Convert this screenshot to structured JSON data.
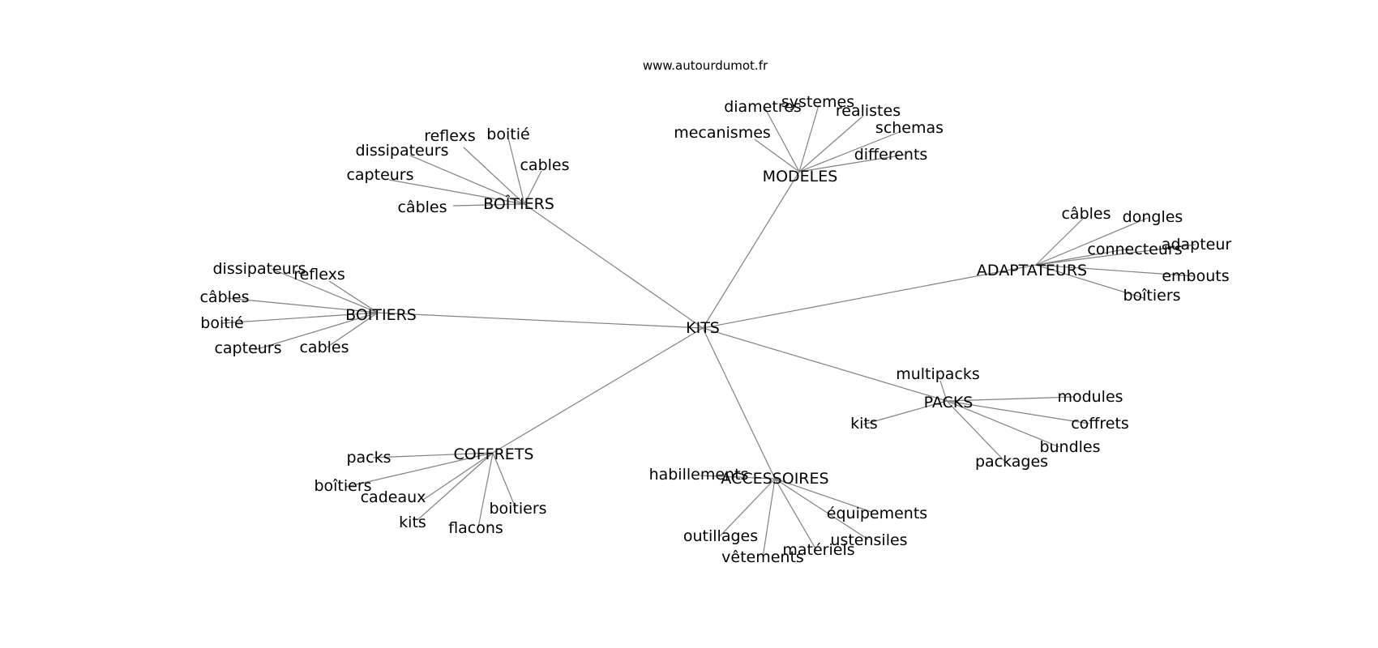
{
  "site": "www.autourdumot.fr",
  "root": {
    "label": "KITS",
    "groups": [
      {
        "label": "BOÎTIERS",
        "leaves": [
          "boitié",
          "reflexs",
          "dissipateurs",
          "capteurs",
          "câbles",
          "cables"
        ]
      },
      {
        "label": "MODELES",
        "leaves": [
          "diametres",
          "systemes",
          "realistes",
          "schemas",
          "mecanismes",
          "differents"
        ]
      },
      {
        "label": "ADAPTATEURS",
        "leaves": [
          "câbles",
          "dongles",
          "connecteurs",
          "adapteur",
          "embouts",
          "boîtiers"
        ]
      },
      {
        "label": "BOITIERS",
        "leaves": [
          "dissipateurs",
          "reflexs",
          "câbles",
          "boitié",
          "capteurs",
          "cables"
        ]
      },
      {
        "label": "PACKS",
        "leaves": [
          "multipacks",
          "modules",
          "kits",
          "coffrets",
          "bundles",
          "packages"
        ]
      },
      {
        "label": "COFFRETS",
        "leaves": [
          "packs",
          "boîtiers",
          "cadeaux",
          "kits",
          "flacons",
          "boitiers"
        ]
      },
      {
        "label": "ACCESSOIRES",
        "leaves": [
          "habillements",
          "équipements",
          "outillages",
          "ustensiles",
          "vêtements",
          "matériels"
        ]
      }
    ]
  }
}
